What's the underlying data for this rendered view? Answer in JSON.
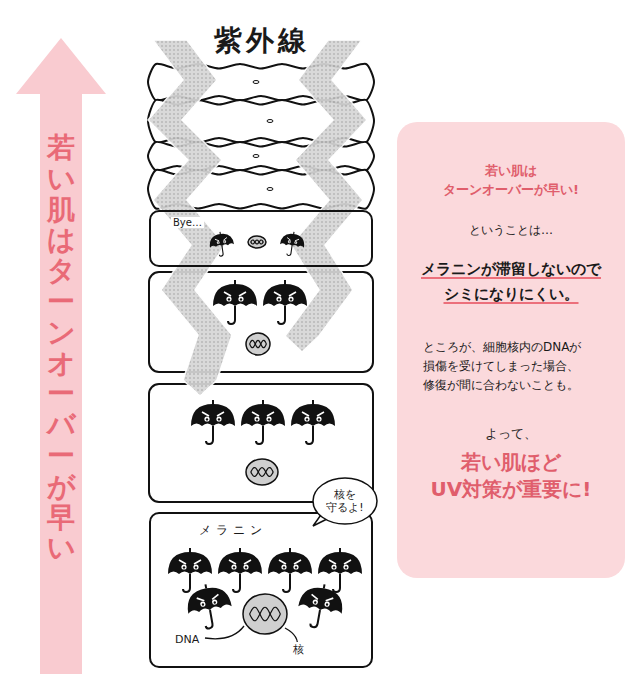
{
  "diagram": {
    "title": "紫外線",
    "nodes": [
      {
        "text": [
          "若い肌はターンオーバーが早い"
        ]
      },
      {
        "text": [
          "Bye…"
        ]
      },
      {
        "text": [
          "メラニン",
          "DNA",
          "核"
        ]
      },
      {
        "text": [
          "核を 守るよ!"
        ]
      },
      {
        "text": [
          "若い肌は ターンオーバーが早い!",
          "ということは…",
          "メラニンが滞留しないので シミになりにくい。",
          "ところが、細胞核内のDNAが 損傷を受けてしまった場合、 修復が間に合わないことも。",
          "よって、",
          "若い肌ほど UV対策が重要に!"
        ]
      }
    ]
  }
}
